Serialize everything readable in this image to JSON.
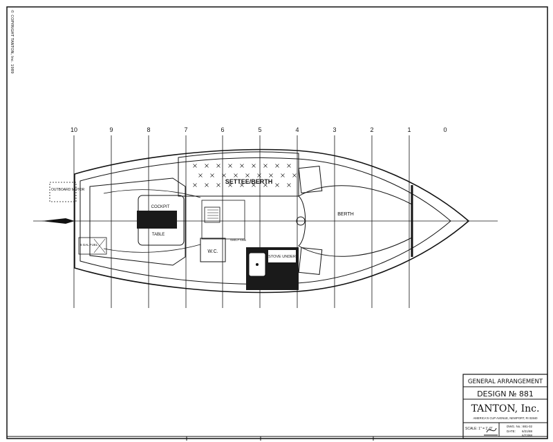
{
  "sheet": {
    "copyright_note": "© COPYRIGHT TANTON, Inc. 1989"
  },
  "stations": [
    {
      "label": "10"
    },
    {
      "label": "9"
    },
    {
      "label": "8"
    },
    {
      "label": "7"
    },
    {
      "label": "6"
    },
    {
      "label": "5"
    },
    {
      "label": "4"
    },
    {
      "label": "3"
    },
    {
      "label": "2"
    },
    {
      "label": "1"
    },
    {
      "label": "0"
    }
  ],
  "plan_labels": {
    "outboard_motor": "OUTBOARD MOTOR",
    "settee_berth": "SETTEE/BERTH",
    "berth": "BERTH",
    "cockpit": "COCKPIT",
    "table": "TABLE",
    "wc": "W.C.",
    "stove_under": "STOVE UNDER",
    "fuel_tank": "6 GAL FUEL",
    "small_note": "SHELF SINK"
  },
  "title_block": {
    "title": "GENERAL ARRANGEMENT",
    "design": "DESIGN № 881",
    "company": "TANTON, Inc.",
    "address": "AMERICA'S CUP AVENUE, NEWPORT, RI 02840",
    "scale": "SCALE: 1\" = 1'-0\"",
    "drawing_no": "DWG. No.: 881-02",
    "date_label": "DATE:",
    "date_1": "6/21/88",
    "date_2": "6/23/88"
  },
  "colors": {
    "ink": "#111111",
    "paper": "#ffffff",
    "fill_dark": "#1a1a1a"
  }
}
